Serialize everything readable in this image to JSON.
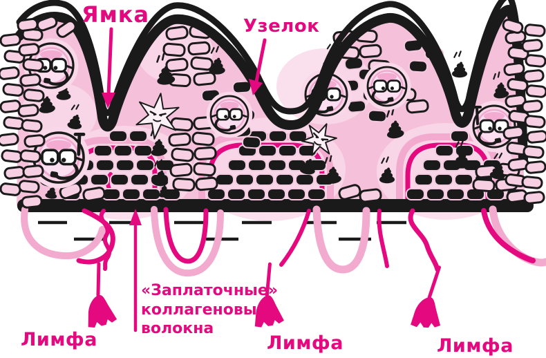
{
  "diagram": {
    "labels": {
      "pit": "Ямка",
      "nodule": "Узелок",
      "collagen_line1": "«Заплаточные»",
      "collagen_line2": "коллагеновые",
      "collagen_line3": "волокна",
      "lymph_left": "Лимфа",
      "lymph_center": "Лимфа",
      "lymph_right": "Лимфа"
    },
    "icons": [
      "broom-icon",
      "scuba-cell-icon",
      "star-microbe-icon",
      "waste-pile-icon",
      "brick-cell-icon",
      "arrow-icon"
    ],
    "colors": {
      "magenta": "#e5097f",
      "ink": "#1a1a1a",
      "tissue_pink": "#f5c1da",
      "tissue_light": "#f9d9e9",
      "cell_pink": "#f7cfe3",
      "vessel_light": "#f2abce",
      "background": "#ffffff"
    }
  }
}
